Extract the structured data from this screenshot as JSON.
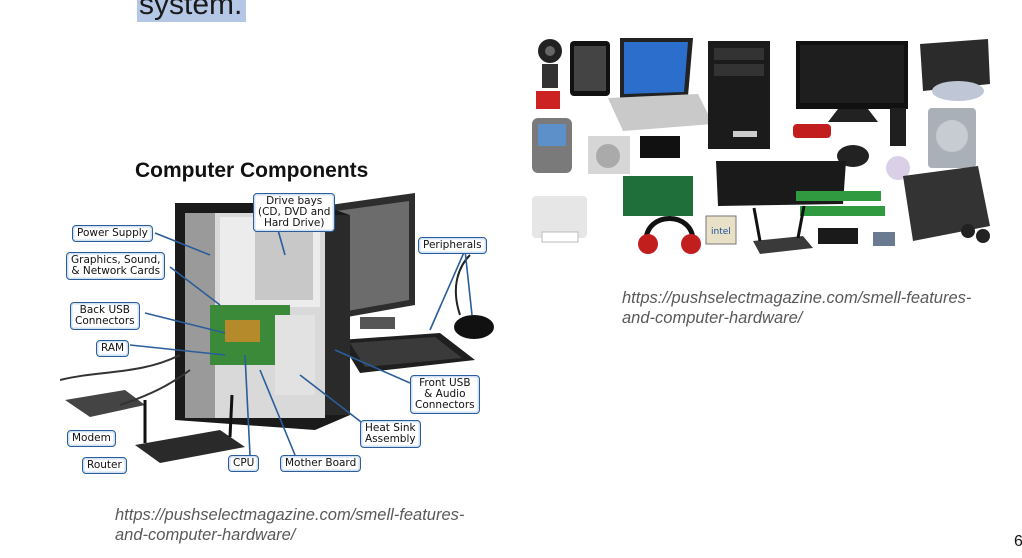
{
  "heading_fragment": "system.",
  "left_figure": {
    "title": "Computer Components",
    "labels": {
      "power_supply": "Power Supply",
      "graphics_cards": "Graphics, Sound,\n& Network Cards",
      "back_usb": "Back USB\nConnectors",
      "ram": "RAM",
      "modem": "Modem",
      "router": "Router",
      "cpu": "CPU",
      "mother_board": "Mother Board",
      "drive_bays": "Drive bays\n(CD, DVD and\nHard Drive)",
      "peripherals": "Peripherals",
      "front_usb": "Front USB\n& Audio\nConnectors",
      "heat_sink": "Heat Sink\nAssembly"
    },
    "caption": "https://pushselectmagazine.com/smell-features-and-computer-hardware/"
  },
  "right_figure": {
    "caption": "https://pushselectmagazine.com/smell-features-and-computer-hardware/",
    "chip_text": "intel"
  },
  "page_number": "6",
  "colors": {
    "highlight": "#b4c7e7",
    "label_border": "#2b5d9a",
    "caption": "#595959"
  }
}
